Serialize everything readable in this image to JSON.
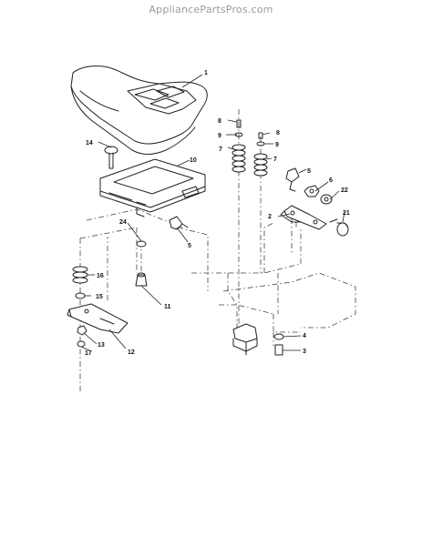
{
  "header": {
    "site": "AppliancePartsPros.com"
  },
  "diagram": {
    "callouts": {
      "c1": "1",
      "c2": "2",
      "c3": "3",
      "c4": "4",
      "c5a": "5",
      "c5b": "5",
      "c6": "6",
      "c7a": "7",
      "c7b": "7",
      "c8a": "8",
      "c8b": "8",
      "c9a": "9",
      "c9b": "9",
      "c10": "10",
      "c11": "11",
      "c12": "12",
      "c13": "13",
      "c14": "14",
      "c15": "15",
      "c16": "16",
      "c17": "17",
      "c21": "21",
      "c22": "22",
      "c24": "24"
    }
  }
}
